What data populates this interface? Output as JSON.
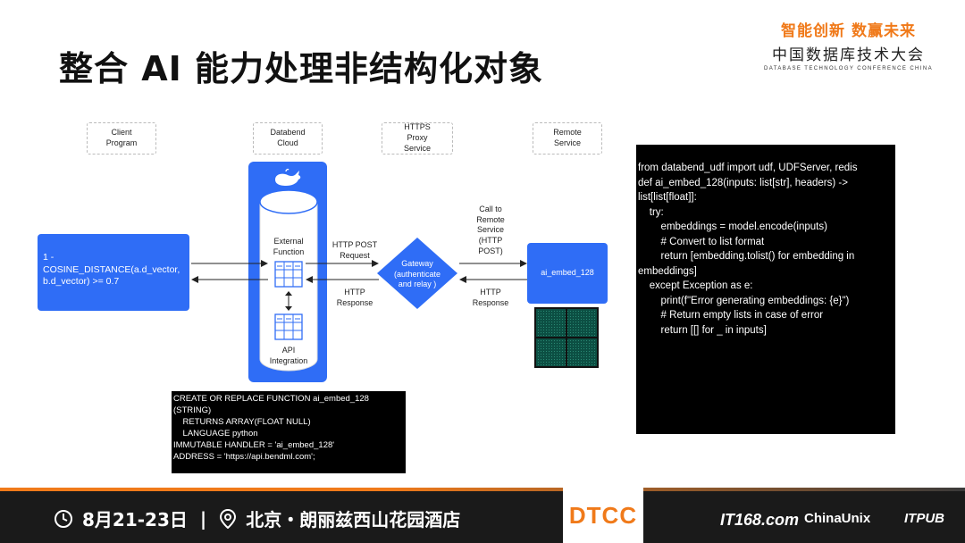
{
  "title": "整合 AI 能力处理非结构化对象",
  "brand": {
    "slogan": "智能创新 数赢未来",
    "cn": "中国数据库技术大会",
    "en": "DATABASE TECHNOLOGY CONFERENCE CHINA"
  },
  "labels": {
    "client": "Client\nProgram",
    "databend": "Databend\nCloud",
    "proxy": "HTTPS\nProxy\nService",
    "remote": "Remote\nService"
  },
  "client_box": "1 -\nCOSINE_DISTANCE(a.d_vector,\nb.d_vector) >= 0.7",
  "external_function": "External\nFunction",
  "api_integration": "API\nIntegration",
  "http_post_request": "HTTP POST\nRequest",
  "http_response_left": "HTTP\nResponse",
  "gateway": "Gateway\n(authenticate\nand relay )",
  "call_remote": "Call to\nRemote\nService\n(HTTP\nPOST)",
  "http_response_right": "HTTP\nResponse",
  "embed_box": "ai_embed_128",
  "sql_code": [
    "CREATE OR REPLACE FUNCTION ai_embed_128",
    "(STRING)",
    "    RETURNS ARRAY(FLOAT NULL)",
    "    LANGUAGE python",
    "IMMUTABLE HANDLER = 'ai_embed_128'",
    "ADDRESS = 'https://api.bendml.com';"
  ],
  "py_code": [
    "from databend_udf import udf, UDFServer, redis",
    "",
    "",
    "def ai_embed_128(inputs: list[str], headers) ->",
    "list[list[float]]:",
    "",
    "",
    "    try:",
    "        embeddings = model.encode(inputs)",
    "        # Convert to list format",
    "        return [embedding.tolist() for embedding in",
    "embeddings]",
    "    except Exception as e:",
    "        print(f\"Error generating embeddings: {e}\")",
    "        # Return empty lists in case of error",
    "        return [[] for _ in inputs]"
  ],
  "footer": {
    "date": "8月21-23日",
    "sep": "|",
    "venue": "北京・朗丽兹西山花园酒店",
    "dtcc": "DTCC",
    "partners": [
      "IT168.com",
      "ChinaUnix",
      "ITPUB"
    ]
  },
  "colors": {
    "blue": "#2f6df6",
    "orange": "#f07a1a",
    "dark_green": "#0c4f43"
  },
  "icons": [
    "clock-icon",
    "location-icon",
    "whale-icon",
    "table-icon"
  ]
}
